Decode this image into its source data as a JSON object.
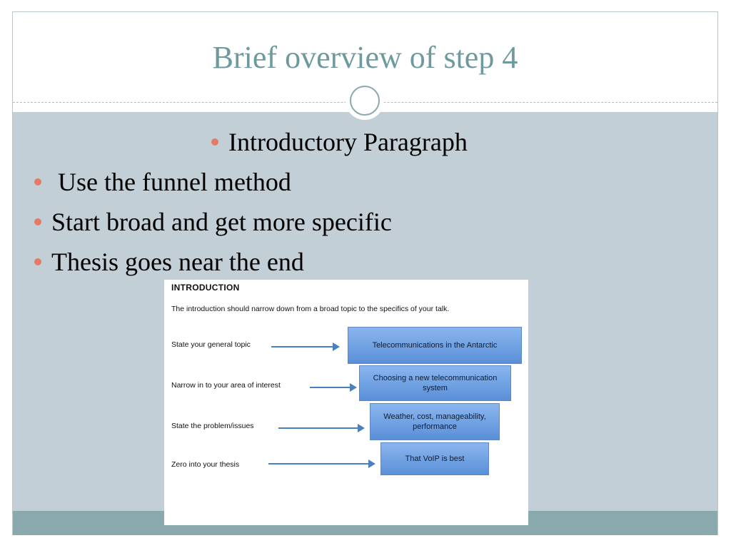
{
  "slide": {
    "title": "Brief overview of step 4",
    "bullets": [
      "Introductory Paragraph",
      " Use the funnel method",
      "Start broad and get more specific",
      "Thesis goes near the end"
    ]
  },
  "figure": {
    "heading": "INTRODUCTION",
    "subtitle": "The introduction should narrow down from a broad topic to the specifics of your talk.",
    "rows": [
      {
        "label": "State your general topic",
        "box": "Telecommunications in the Antarctic"
      },
      {
        "label": "Narrow in to your area of interest",
        "box": "Choosing a new telecommunication system"
      },
      {
        "label": "State the problem/issues",
        "box": "Weather, cost, manageability, performance"
      },
      {
        "label": "Zero into your thesis",
        "box": "That VoIP is best"
      }
    ]
  },
  "colors": {
    "title": "#6e9a9f",
    "content_bg": "#c3cfd6",
    "footer_band": "#8aa9ac",
    "bullet_dot": "#e47b67",
    "funnel_box": "#6a9be0"
  }
}
